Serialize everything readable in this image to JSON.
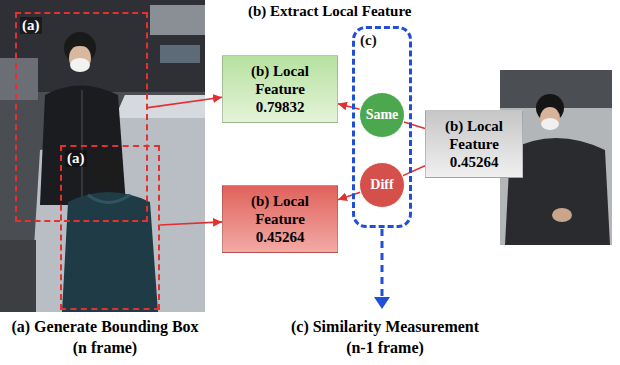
{
  "diagram": {
    "title": "(b) Extract Local Feature",
    "nodes": [
      {
        "text": [
          "(a)"
        ]
      },
      {
        "text": [
          "(a)"
        ]
      },
      {
        "text": [
          "(b) Local Feature",
          "0.79832"
        ]
      },
      {
        "text": [
          "(b) Local Feature",
          "0.45264"
        ]
      },
      {
        "text": [
          "(c)"
        ]
      },
      {
        "text": [
          "Same"
        ],
        "in": 4
      },
      {
        "text": [
          "Diff"
        ],
        "in": 4
      },
      {
        "text": [
          "(b) Local Feature",
          "0.45264"
        ]
      }
    ],
    "edges": [
      {
        "from": 0,
        "to": 2,
        "arrow": "to"
      },
      {
        "from": 1,
        "to": 3,
        "arrow": "to"
      },
      {
        "from": 7,
        "to": 5,
        "arrow": "none"
      },
      {
        "from": 5,
        "to": 2,
        "arrow": "to"
      },
      {
        "from": 7,
        "to": 6,
        "arrow": "none"
      },
      {
        "from": 6,
        "to": 3,
        "arrow": "to"
      }
    ],
    "labels": [
      "(a) Generate Bounding Box",
      "(n frame)",
      "(c) Similarity Measurement",
      "(n-1 frame)"
    ]
  }
}
